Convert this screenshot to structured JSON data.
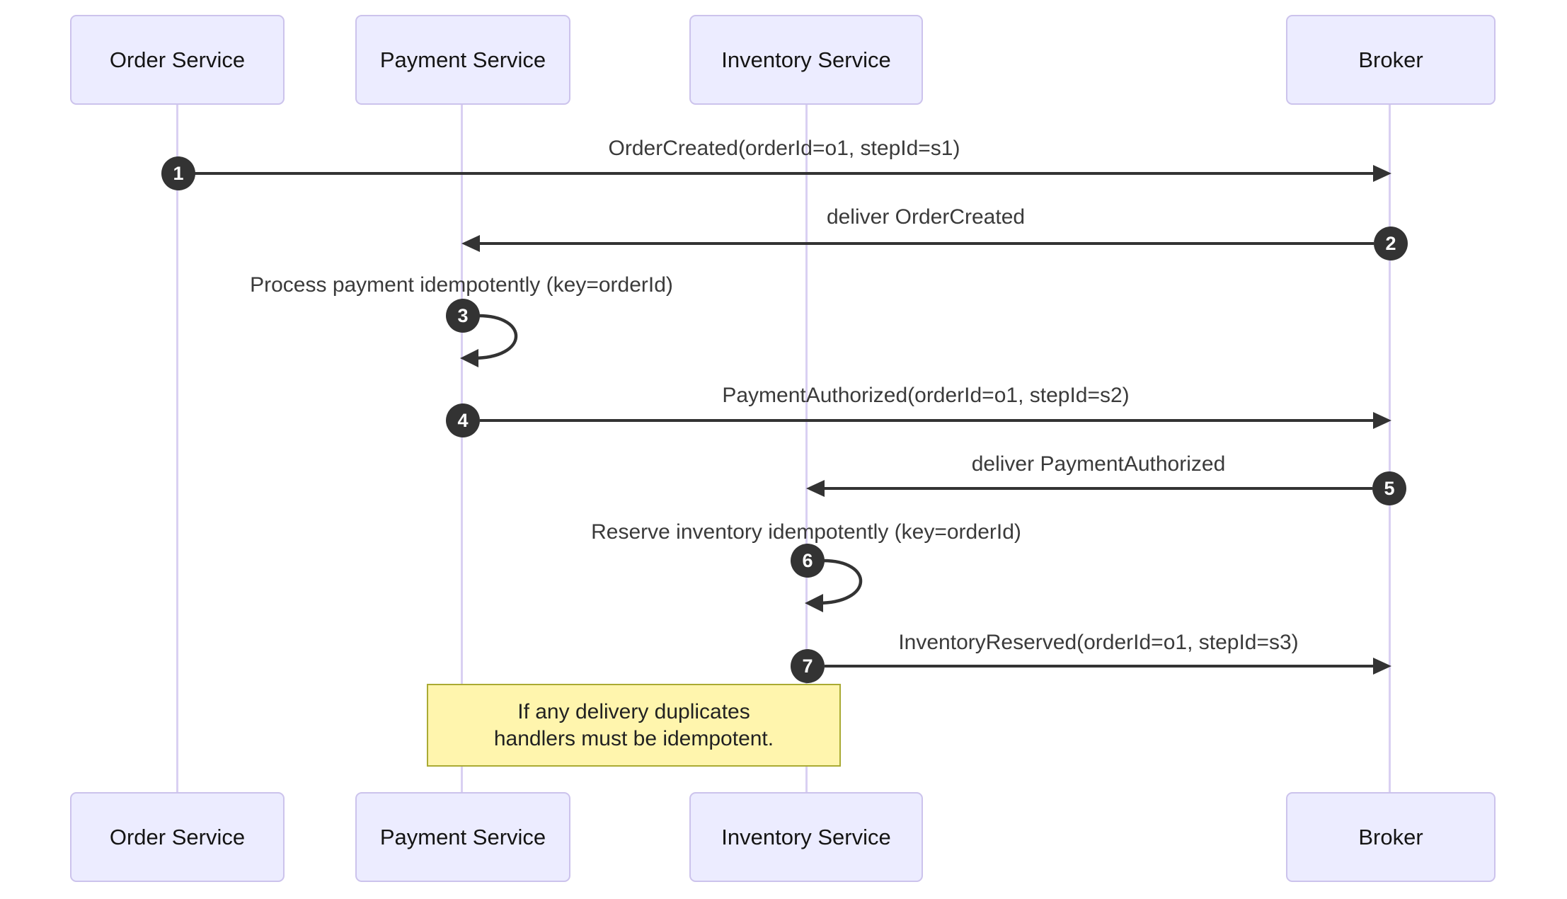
{
  "diagram": {
    "type": "sequence-diagram",
    "participants": [
      {
        "label": "Order Service"
      },
      {
        "label": "Payment Service"
      },
      {
        "label": "Inventory Service"
      },
      {
        "label": "Broker"
      }
    ],
    "messages": [
      {
        "seq": "1",
        "label": "OrderCreated(orderId=o1, stepId=s1)",
        "from": "Order Service",
        "to": "Broker",
        "kind": "solid-arrow"
      },
      {
        "seq": "2",
        "label": "deliver OrderCreated",
        "from": "Broker",
        "to": "Payment Service",
        "kind": "solid-arrow"
      },
      {
        "seq": "3",
        "label": "Process payment idempotently (key=orderId)",
        "from": "Payment Service",
        "to": "Payment Service",
        "kind": "self-loop"
      },
      {
        "seq": "4",
        "label": "PaymentAuthorized(orderId=o1, stepId=s2)",
        "from": "Payment Service",
        "to": "Broker",
        "kind": "solid-arrow"
      },
      {
        "seq": "5",
        "label": "deliver PaymentAuthorized",
        "from": "Broker",
        "to": "Inventory Service",
        "kind": "solid-arrow"
      },
      {
        "seq": "6",
        "label": "Reserve inventory idempotently (key=orderId)",
        "from": "Inventory Service",
        "to": "Inventory Service",
        "kind": "self-loop"
      },
      {
        "seq": "7",
        "label": "InventoryReserved(orderId=o1, stepId=s3)",
        "from": "Inventory Service",
        "to": "Broker",
        "kind": "solid-arrow"
      }
    ],
    "note": {
      "over": "Payment Service, Inventory Service",
      "lines": [
        "If any delivery duplicates",
        "handlers must be idempotent."
      ]
    },
    "colors": {
      "actor_fill": "#ececff",
      "actor_border": "#ccc3ec",
      "lifeline": "#d9d0f2",
      "arrow": "#333333",
      "sequence_badge_fill": "#333333",
      "sequence_badge_text": "#ffffff",
      "note_fill": "#fff5ad",
      "note_border": "#aaaa33",
      "message_text": "#3a3a3a",
      "background": "#ffffff"
    }
  }
}
